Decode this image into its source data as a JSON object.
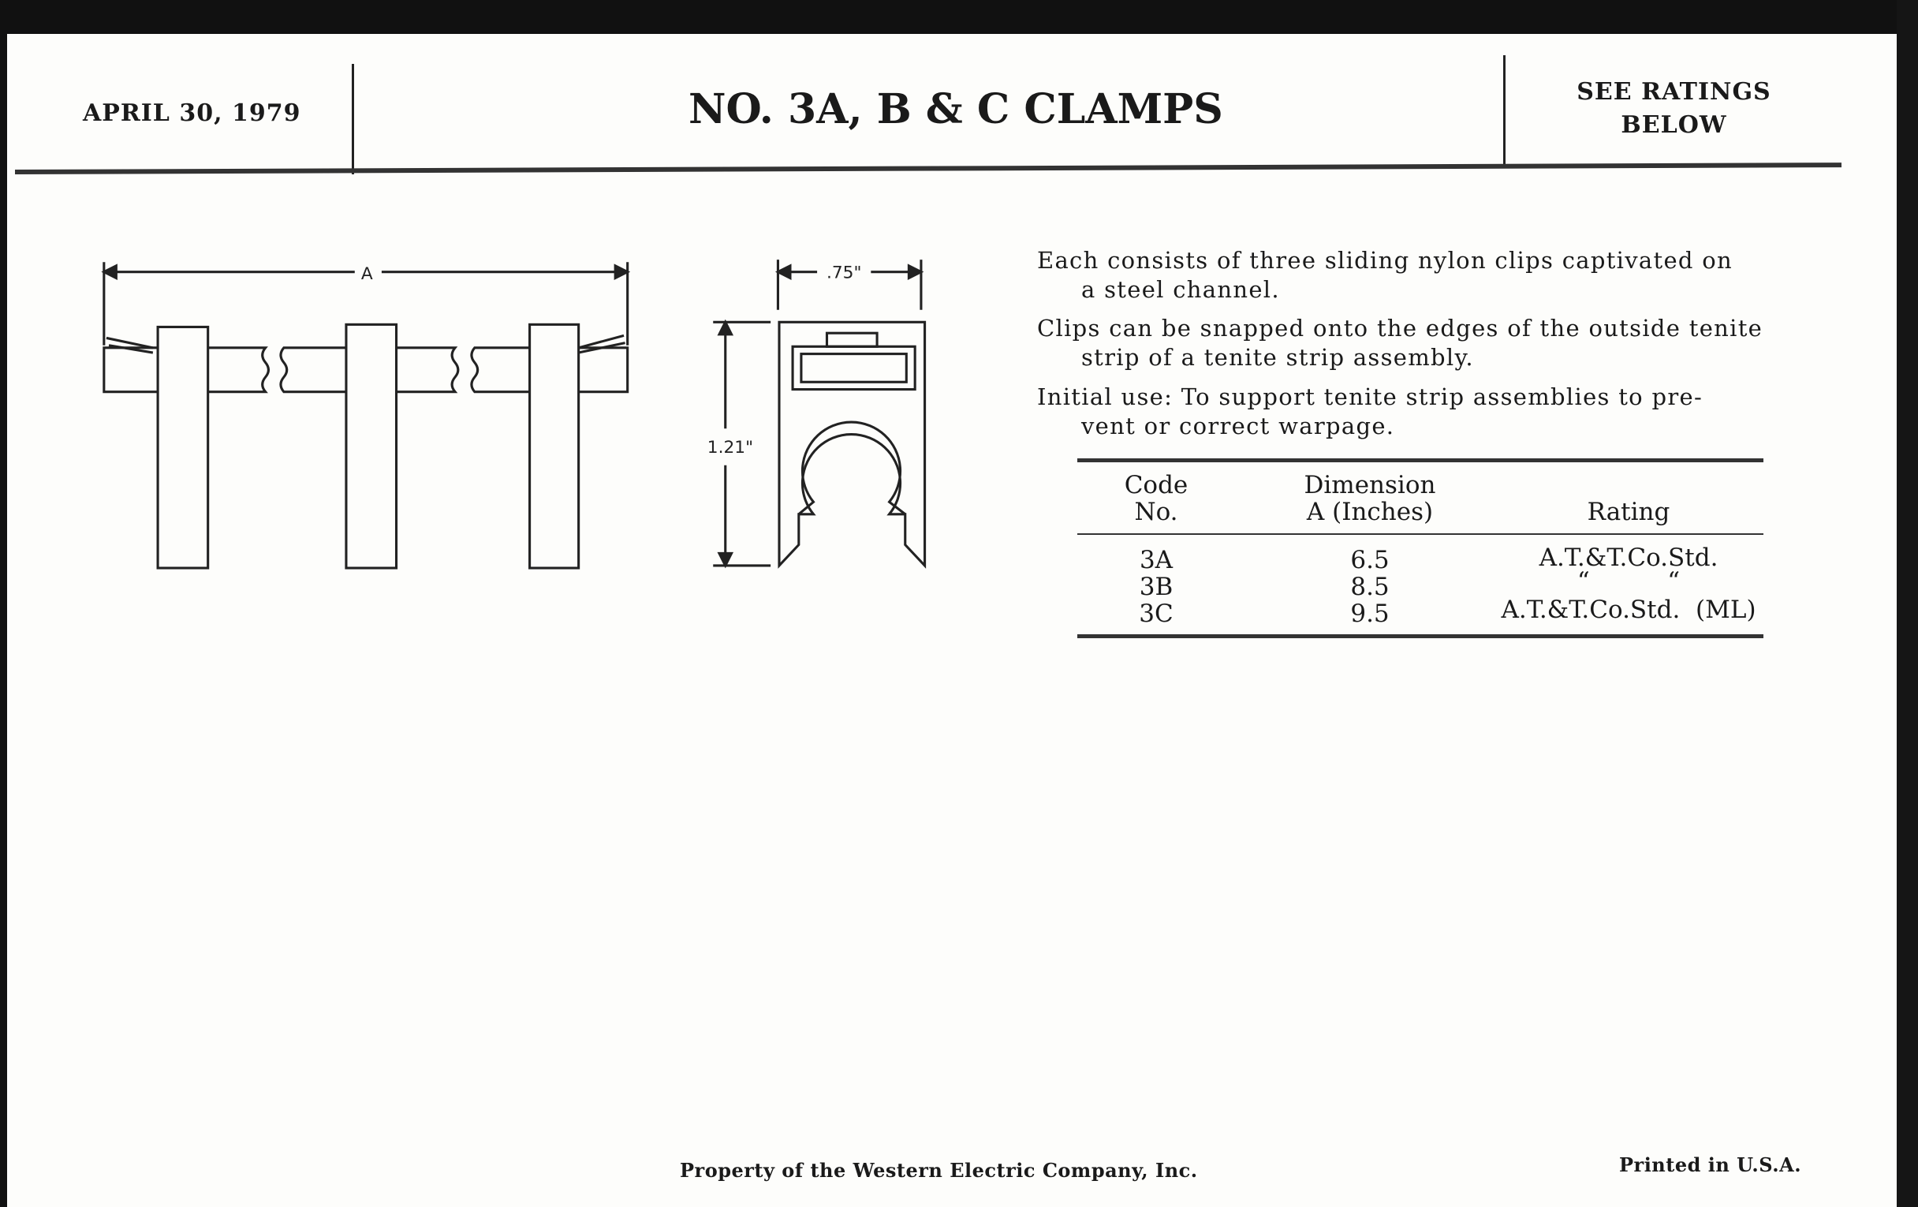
{
  "header": {
    "date": "APRIL 30, 1979",
    "title": "NO. 3A, B & C CLAMPS",
    "ratings_note_line1": "SEE RATINGS",
    "ratings_note_line2": "BELOW"
  },
  "drawing": {
    "dimension_a_label": "A",
    "width_label": ".75\"",
    "height_label": "1.21\""
  },
  "description": [
    {
      "line1": "Each consists of three sliding nylon clips captivated on",
      "line2": "a steel channel."
    },
    {
      "line1": "Clips can be snapped onto the edges of the outside tenite",
      "line2": "strip of a tenite strip assembly."
    },
    {
      "line1": "Initial use:  To support tenite strip assemblies to pre-",
      "line2": "vent or correct warpage."
    }
  ],
  "table": {
    "headers": {
      "code_line1": "Code",
      "code_line2": "No.",
      "dim_line1": "Dimension",
      "dim_line2": "A (Inches)",
      "rating": "Rating"
    },
    "rows": [
      {
        "code": "3A",
        "dimension": "6.5",
        "rating": "A.T.&T.Co.Std."
      },
      {
        "code": "3B",
        "dimension": "8.5",
        "rating": "“          “"
      },
      {
        "code": "3C",
        "dimension": "9.5",
        "rating": "A.T.&T.Co.Std.  (ML)"
      }
    ]
  },
  "footer": {
    "property": "Property of the Western Electric Company, Inc.",
    "printed": "Printed in U.S.A."
  }
}
